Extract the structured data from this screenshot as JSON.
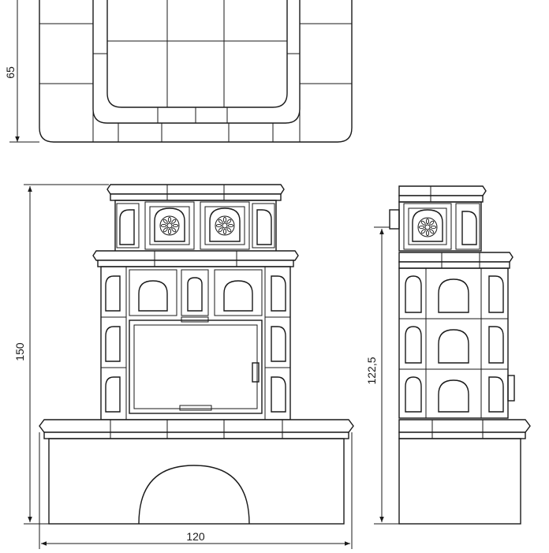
{
  "dimensions": {
    "top_depth": "65",
    "front_height": "150",
    "front_width": "120",
    "side_height": "122,5"
  }
}
